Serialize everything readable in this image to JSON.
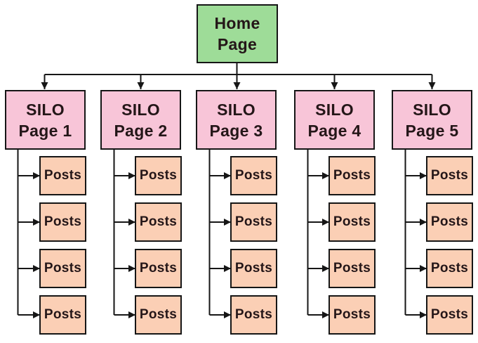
{
  "diagram": {
    "type": "silo-site-structure",
    "home": {
      "line1": "Home",
      "line2": "Page"
    },
    "silos": [
      {
        "line1": "SILO",
        "line2": "Page 1",
        "posts": [
          "Posts",
          "Posts",
          "Posts",
          "Posts"
        ]
      },
      {
        "line1": "SILO",
        "line2": "Page 2",
        "posts": [
          "Posts",
          "Posts",
          "Posts",
          "Posts"
        ]
      },
      {
        "line1": "SILO",
        "line2": "Page 3",
        "posts": [
          "Posts",
          "Posts",
          "Posts",
          "Posts"
        ]
      },
      {
        "line1": "SILO",
        "line2": "Page 4",
        "posts": [
          "Posts",
          "Posts",
          "Posts",
          "Posts"
        ]
      },
      {
        "line1": "SILO",
        "line2": "Page 5",
        "posts": [
          "Posts",
          "Posts",
          "Posts",
          "Posts"
        ]
      }
    ]
  },
  "colors": {
    "background": "#ffffff",
    "home_fill": "#9edc98",
    "silo_fill": "#f8c5d8",
    "post_fill": "#fbcfb5",
    "line": "#161616",
    "text": "#241618"
  }
}
